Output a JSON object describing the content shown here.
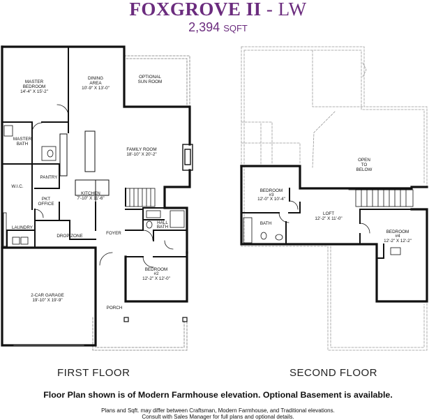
{
  "header": {
    "plan_name": "FOXGROVE II",
    "separator": " - ",
    "elevation_code": "LW",
    "sqft_value": "2,394",
    "sqft_unit": "SQFT"
  },
  "first_floor": {
    "label": "FIRST FLOOR",
    "rooms": [
      {
        "name": "MASTER",
        "name2": "BEDROOM",
        "dims": "14'-4\" X 15'-2\""
      },
      {
        "name": "DINING",
        "name2": "AREA",
        "dims": "10'-9\" X 13'-0\""
      },
      {
        "name": "OPTIONAL",
        "name2": "SUN ROOM",
        "dims": ""
      },
      {
        "name": "MASTER",
        "name2": "BATH",
        "dims": ""
      },
      {
        "name": "FAMILY ROOM",
        "name2": "",
        "dims": "18'-10\" X 20'-2\""
      },
      {
        "name": "W.I.C.",
        "name2": "",
        "dims": ""
      },
      {
        "name": "PANTRY",
        "name2": "",
        "dims": ""
      },
      {
        "name": "PKT",
        "name2": "OFFICE",
        "dims": ""
      },
      {
        "name": "KITCHEN",
        "name2": "",
        "dims": "7'-10\" X 11'-6\""
      },
      {
        "name": "LAUNDRY",
        "name2": "",
        "dims": ""
      },
      {
        "name": "DROP ZONE",
        "name2": "",
        "dims": ""
      },
      {
        "name": "FOYER",
        "name2": "",
        "dims": ""
      },
      {
        "name": "HALL",
        "name2": "BATH",
        "dims": ""
      },
      {
        "name": "BEDROOM",
        "name2": "#2",
        "dims": "12'-2\" X 12'-0\""
      },
      {
        "name": "2-CAR GARAGE",
        "name2": "",
        "dims": "19'-10\" X 19'-9\""
      },
      {
        "name": "PORCH",
        "name2": "",
        "dims": ""
      }
    ]
  },
  "second_floor": {
    "label": "SECOND FLOOR",
    "rooms": [
      {
        "name": "BEDROOM",
        "name2": "#3",
        "dims": "12'-0\" X 10'-4\""
      },
      {
        "name": "OPEN",
        "name2": "TO",
        "name3": "BELOW"
      },
      {
        "name": "LOFT",
        "name2": "",
        "dims": "12'-2\" X 11'-0\""
      },
      {
        "name": "BATH",
        "name2": "",
        "dims": ""
      },
      {
        "name": "BEDROOM",
        "name2": "#4",
        "dims": "12'-2\" X 12'-2\""
      }
    ]
  },
  "notes": {
    "main": "Floor Plan shown is of Modern Farmhouse elevation. Optional Basement is available.",
    "line1": "Plans and Sqft. may differ between Craftsman, Modern Farmhouse, and Traditional elevations.",
    "line2": "Consult with Sales Manager for full plans and optional details."
  },
  "colors": {
    "title": "#6b2c7e",
    "wall": "#111111",
    "dashed_outline": "#9a9a9a"
  }
}
